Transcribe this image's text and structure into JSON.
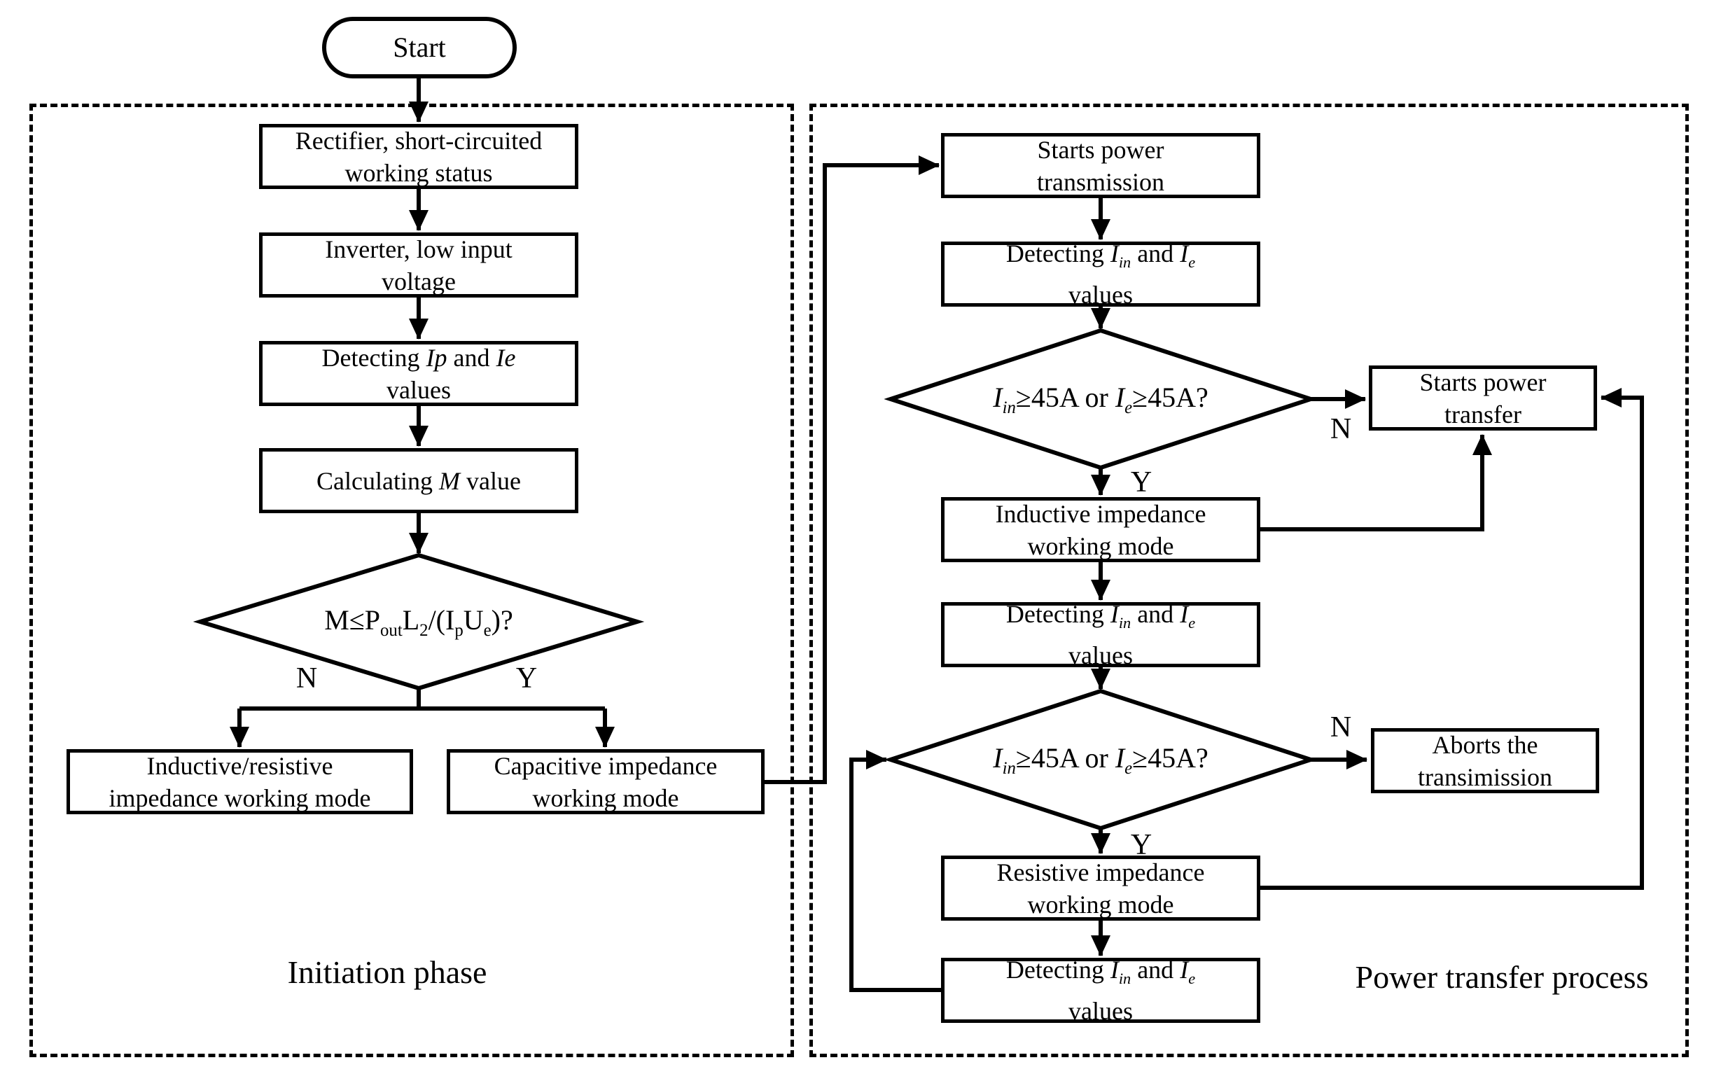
{
  "diagram": {
    "phase_left_label": "Initiation phase",
    "phase_right_label": "Power transfer process",
    "branch_yes": "Y",
    "branch_no": "N",
    "nodes": {
      "start": "Start",
      "rectifier_html": "Rectifier, short-circuited<br>working status",
      "inverter_html": "Inverter, low input<br>voltage",
      "detect_ip_ie_html": "Detecting <i>Ip</i> and <i>Ie</i><br>values",
      "calculating_m_html": "Calculating <i>M</i> value",
      "m_decision_html": "M&le;P<sub>out</sub>L<sub>2</sub>/(I<sub>p</sub>U<sub>e</sub>)?",
      "inductive_resistive_html": "Inductive/resistive<br>impedance working mode",
      "capacitive_html": "Capacitive impedance<br>working mode",
      "starts_transmission_html": "Starts power<br>transmission",
      "detect_iin_ie_html": "Detecting <i>I<sub>in</sub></i> and <i>I<sub>e</sub></i><br>values",
      "current_decision_html": "<i>I<sub>in</sub></i>&ge;45A or <i>I<sub>e</sub></i>&ge;45A?",
      "inductive_html": "Inductive impedance<br>working mode",
      "starts_transfer_html": "Starts power<br>transfer",
      "aborts_html": "Aborts the<br>transimission",
      "resistive_html": "Resistive impedance<br>working mode"
    }
  }
}
